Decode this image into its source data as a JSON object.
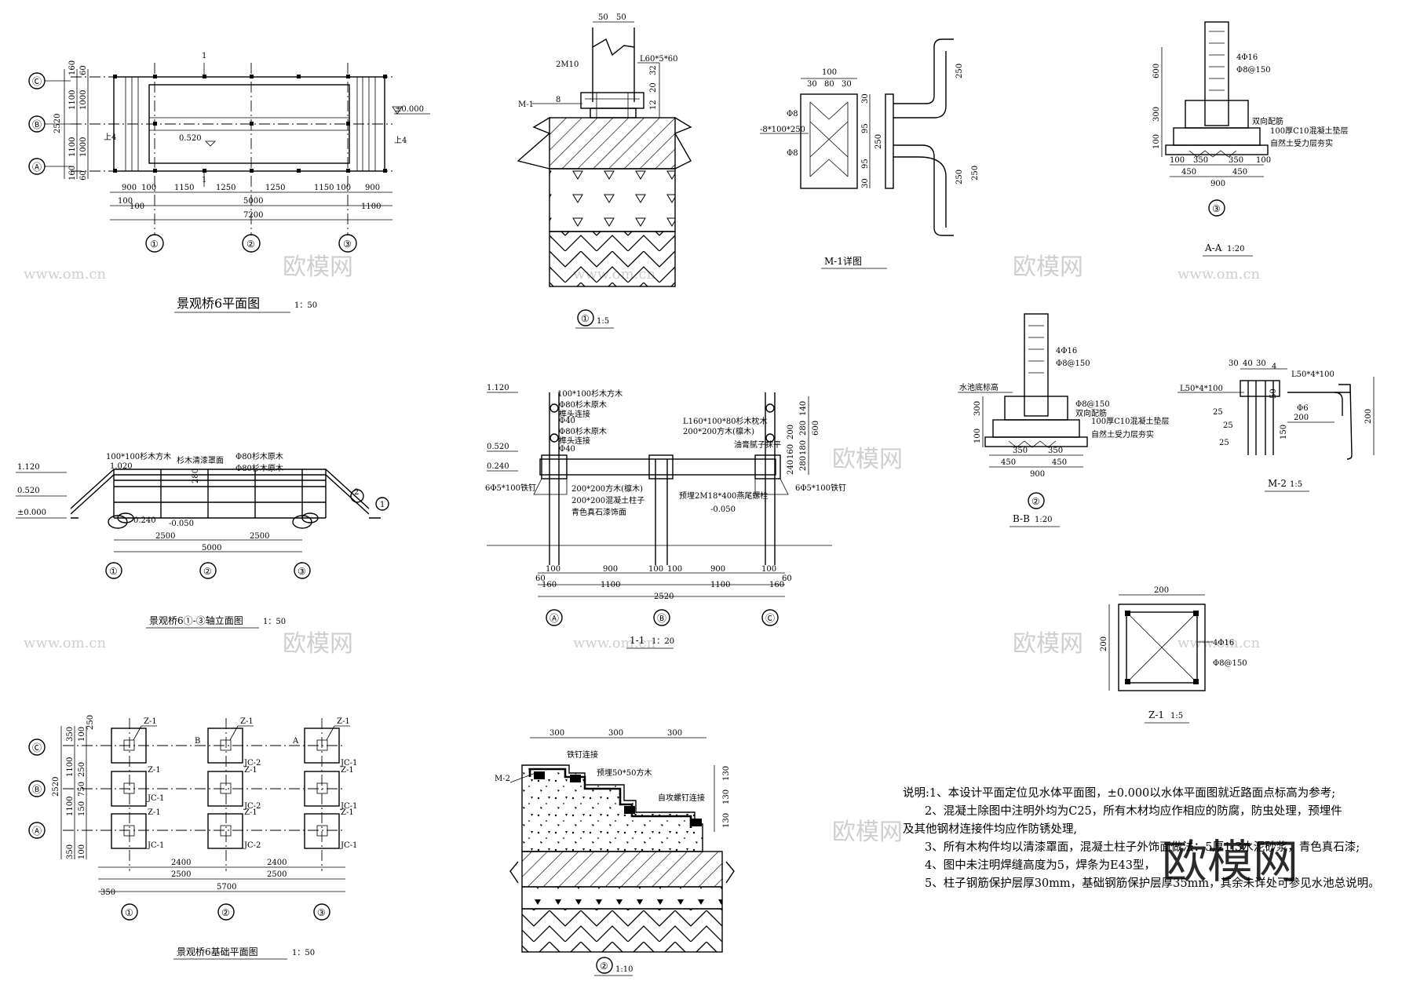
{
  "watermark": {
    "cn": "欧模网",
    "url": "www.om.cn",
    "cn2": "欧模网"
  },
  "titles": {
    "plan": "景观桥6平面图",
    "plan_scale": "1：50",
    "node1": "①",
    "node1_scale": "1:5",
    "m1": "M-1详图",
    "aa": "A-A",
    "aa_scale": "1:20",
    "elev": "景观桥6①-③轴立面图",
    "elev_scale": "1：50",
    "s11": "1-1",
    "s11_scale": "1：20",
    "bb": "B-B",
    "bb_scale": "1:20",
    "m2": "M-2",
    "m2_scale": "1:5",
    "z1": "Z-1",
    "z1_scale": "1:5",
    "found": "景观桥6基础平面图",
    "found_scale": "1：50",
    "node2": "②",
    "node2_scale": "1:10"
  },
  "axes": {
    "one": "①",
    "two": "②",
    "three": "③",
    "A": "Ⓐ",
    "B": "Ⓑ",
    "C": "Ⓒ",
    "b1": "①",
    "b2": "②",
    "b3": "③"
  },
  "plan": {
    "dims_bottom": [
      "900",
      "100",
      "1150",
      "1250",
      "1250",
      "1150",
      "100",
      "900"
    ],
    "d100a": "100",
    "d100b": "100",
    "d5000": "5000",
    "d1100": "1100",
    "d7200": "7200",
    "d2520": "2520",
    "d1100v": "1100",
    "d1000v": "1000",
    "d160": "160",
    "d60": "60",
    "elev0": "±0.000",
    "elev520": "0.520",
    "up4a": "上4",
    "up4b": "上4",
    "cut": "1"
  },
  "node1": {
    "d50a": "50",
    "d50b": "50",
    "m10": "2M10",
    "angle": "L60*5*60",
    "m1": "M-1",
    "d32": "32",
    "d20": "20",
    "d12": "12",
    "d8a": "8",
    "d8b": "8"
  },
  "m1": {
    "d100": "100",
    "d30a": "30",
    "d30b": "30",
    "d80": "80",
    "plate": "-8*100*250",
    "d95a": "95",
    "d95b": "95",
    "d250": "250",
    "d30c": "30",
    "d30d": "30",
    "phi8a": "Φ8",
    "phi8b": "Φ8",
    "r250a": "250",
    "r250b": "250",
    "r250c": "250",
    "d30e": "30"
  },
  "aa": {
    "d600": "600",
    "d300": "300",
    "d100": "100",
    "rebar": "4Φ16",
    "stir": "Φ8@150",
    "twoway": "双向配筋",
    "cushion": "100厚C10混凝土垫层",
    "soil": "自然土受力层夯实",
    "d350a": "350",
    "d350b": "350",
    "d450a": "450",
    "d450b": "450",
    "d900": "900",
    "d100a": "100",
    "d100b": "100"
  },
  "elev": {
    "e1120": "1.120",
    "e1020": "1.020",
    "e520": "0.520",
    "e0": "±0.000",
    "e240": "0.240",
    "e050": "-0.050",
    "l1": "100*100杉木方木",
    "l2": "杉木清漆罩面",
    "l3": "Φ80杉木原木",
    "l4": "Φ80杉木原木",
    "d280": "280",
    "d2500a": "2500",
    "d2500b": "2500",
    "d5000": "5000",
    "n2": "2",
    "n1": "1"
  },
  "s11": {
    "e1120": "1.120",
    "e520": "0.520",
    "e240": "0.240",
    "e050": "-0.050",
    "l1": "100*100杉木方木",
    "l2": "Φ80杉木原木",
    "l3": "榫头连接",
    "l4": "Φ80杉木原木",
    "l5": "榫头连接",
    "l6": "6Φ5*100铁钉",
    "l7": "200*200方木(檩木)",
    "l8": "200*200混凝土柱子",
    "l9": "青色真石漆饰面",
    "l10": "L160*100*80杉木枕木",
    "l11": "200*200方木(檩木)",
    "l12": "油膏腻子抹平",
    "l13": "6Φ5*100铁钉",
    "l14": "预埋2M18*400燕尾螺栓",
    "phi40": "Φ40",
    "phi40b": "Φ40",
    "dims": [
      "100",
      "900",
      "100",
      "100",
      "900",
      "100"
    ],
    "d60a": "60",
    "d60b": "60",
    "d160a": "160",
    "d160b": "160",
    "d1100a": "1100",
    "d1100b": "1100",
    "d2520": "2520",
    "r140": "140",
    "r280": "280",
    "r600": "600",
    "r180": "180",
    "r280b": "280",
    "r200": "200",
    "r160": "160",
    "r240": "240"
  },
  "bb": {
    "pool": "水池底标高",
    "rebar": "4Φ16",
    "stir": "Φ8@150",
    "stir2": "Φ8@150",
    "twoway": "双向配筋",
    "cushion": "100厚C10混凝土垫层",
    "soil": "自然土受力层夯实",
    "d300": "300",
    "d100": "100",
    "d350a": "350",
    "d350b": "350",
    "d450a": "450",
    "d450b": "450",
    "d900": "900"
  },
  "m2": {
    "d30a": "30",
    "d40": "40",
    "d30b": "30",
    "angle1": "L50*4*100",
    "angle2": "L50*4*100",
    "d50": "50",
    "phi6": "Φ6",
    "d200": "200",
    "d200v": "200",
    "d150": "150",
    "d25a": "25",
    "d25b": "25",
    "d25c": "25",
    "d4": "4"
  },
  "z1": {
    "d200": "200",
    "d200v": "200",
    "rebar": "4Φ16",
    "stir": "Φ8@150"
  },
  "found": {
    "z": "Z-1",
    "jc1": "JC-1",
    "jc2": "JC-2",
    "secB": "B",
    "secA": "A",
    "d350": "350",
    "d1100": "1100",
    "d2520": "2520",
    "d100": "100",
    "d250": "250",
    "d750": "750",
    "d150": "150",
    "d2400a": "2400",
    "d2400b": "2400",
    "d2500a": "2500",
    "d2500b": "2500",
    "d5700": "5700",
    "d350b": "350",
    "d100b": "100",
    "d250b": "250"
  },
  "node2": {
    "d300a": "300",
    "d300b": "300",
    "d300c": "300",
    "nail": "铁钉连接",
    "wood": "预埋50*50方木",
    "screw": "自攻螺钉连接",
    "m2": "M-2",
    "d130a": "130",
    "d130b": "130",
    "d130c": "130"
  },
  "notes": [
    "说明:1、本设计平面定位见水体平面图，±0.000以水体平面图就近路面点标高为参考;",
    "2、混凝土除图中注明外均为C25，所有木材均应作相应的防腐，防虫处理，预埋件",
    "及其他钢材连接件均应作防锈处理,",
    "3、所有木构件均以清漆罩面，混凝土柱子外饰面做法：5厚1:3水泥砂浆，青色真石漆;",
    "4、图中未注明焊缝高度为5，焊条为E43型，",
    "5、柱子钢筋保护层厚30mm，基础钢筋保护层厚35mm，其余未详处可参见水池总说明。"
  ]
}
